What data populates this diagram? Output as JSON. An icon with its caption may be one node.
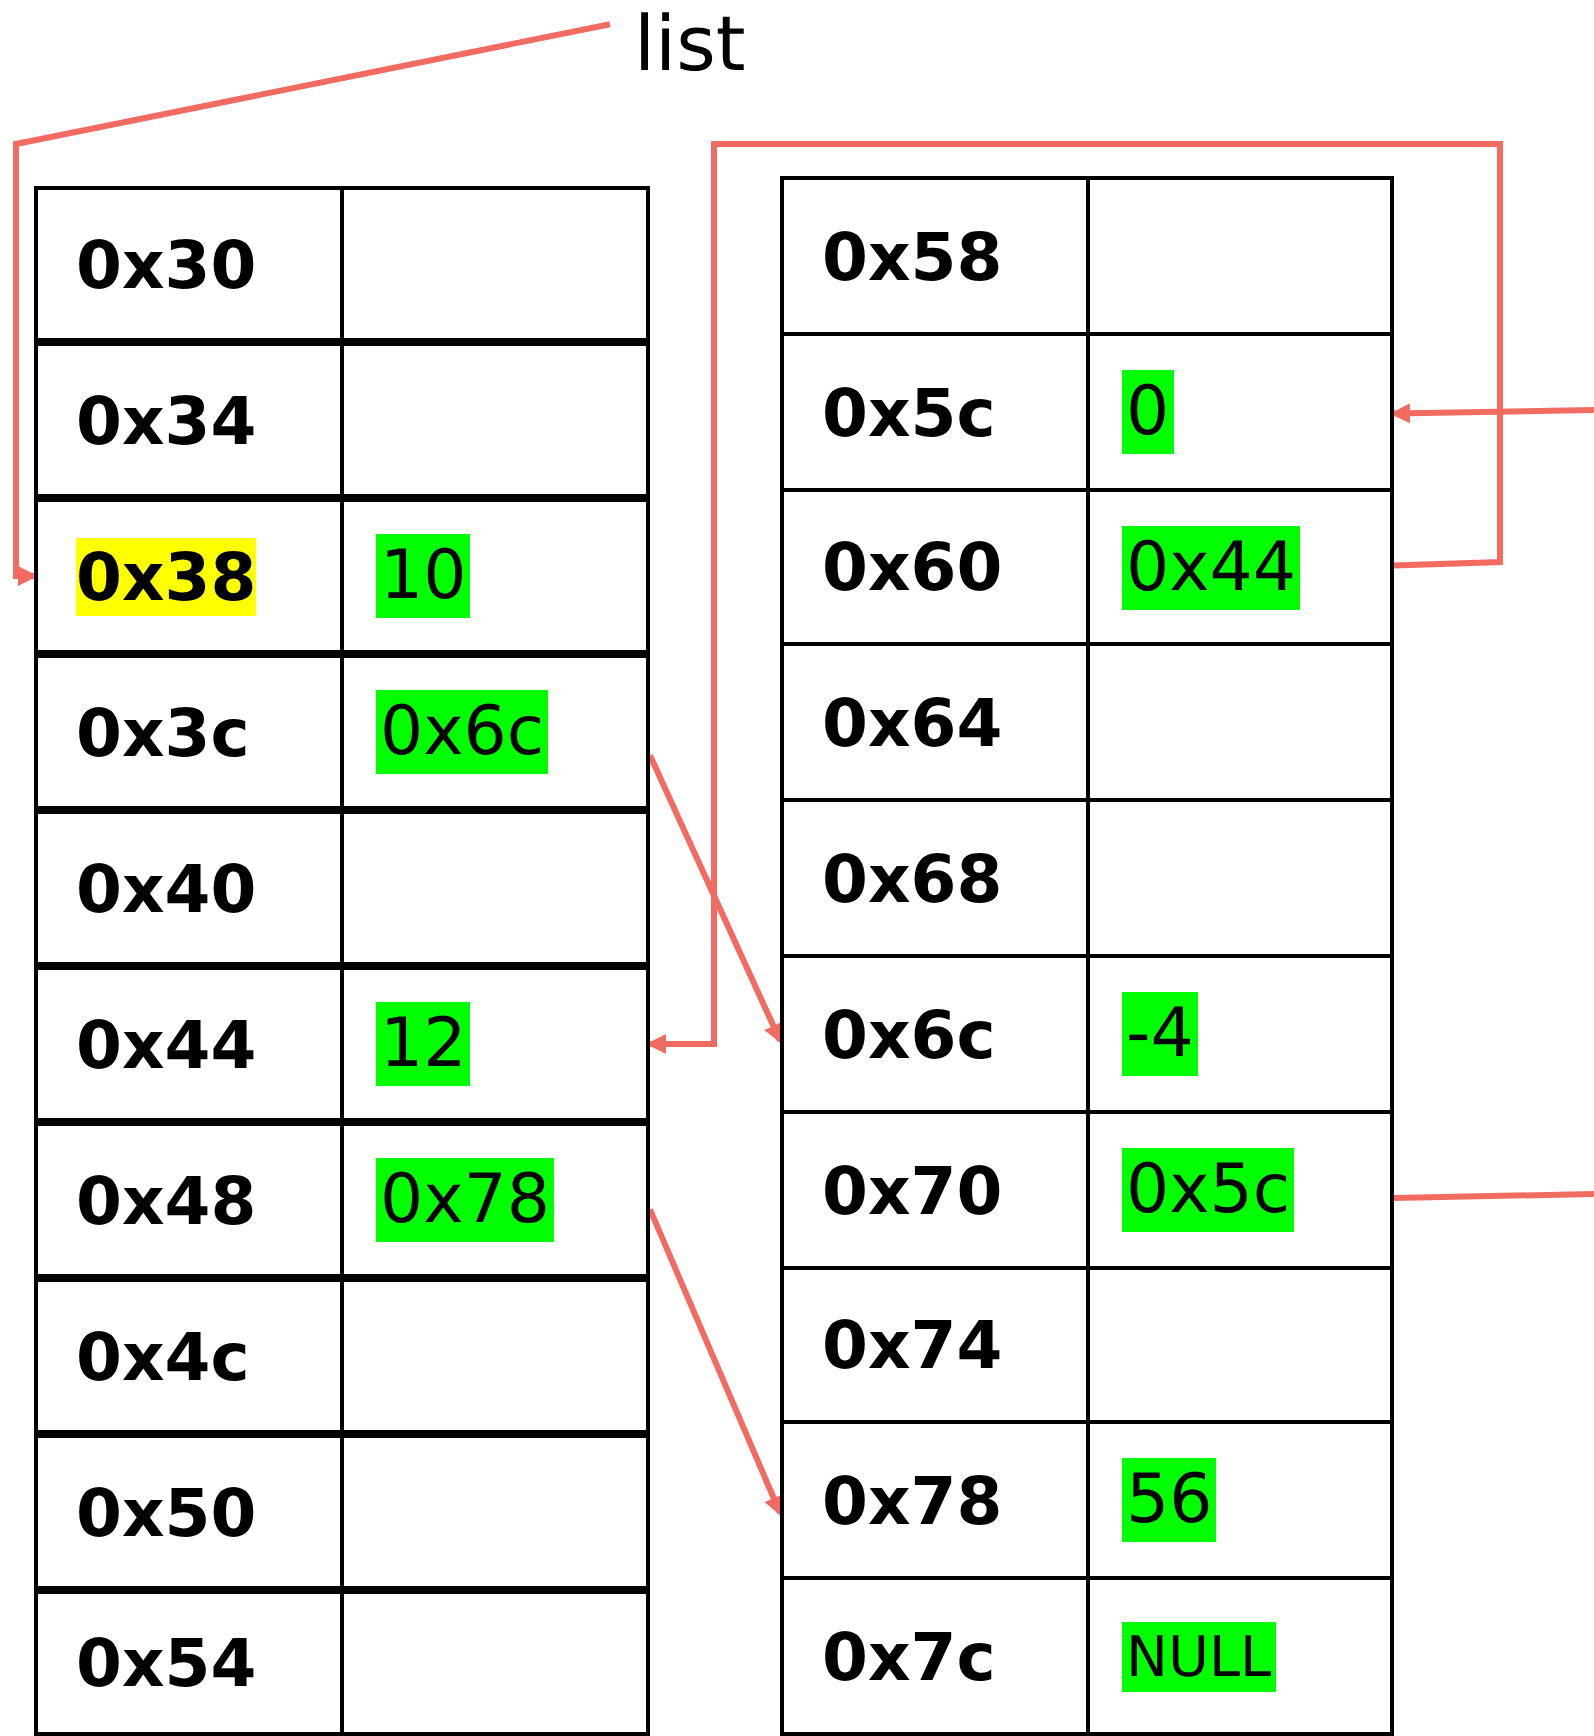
{
  "diagram": {
    "nodes": [
      {
        "text": [
          "list"
        ]
      },
      {
        "text": [
          "0x30"
        ]
      },
      {
        "text": [],
        "shape": "box"
      },
      {
        "text": [
          "0x34"
        ]
      },
      {
        "text": [],
        "shape": "box"
      },
      {
        "text": [
          "0x38"
        ]
      },
      {
        "text": [
          "10"
        ]
      },
      {
        "text": [
          "0x3c"
        ]
      },
      {
        "text": [
          "0x6c"
        ]
      },
      {
        "text": [
          "0x40"
        ]
      },
      {
        "text": [],
        "shape": "box"
      },
      {
        "text": [
          "0x44"
        ]
      },
      {
        "text": [
          "12"
        ]
      },
      {
        "text": [
          "0x48"
        ]
      },
      {
        "text": [
          "0x78"
        ]
      },
      {
        "text": [
          "0x4c"
        ]
      },
      {
        "text": [],
        "shape": "box"
      },
      {
        "text": [
          "0x50"
        ]
      },
      {
        "text": [],
        "shape": "box"
      },
      {
        "text": [
          "0x54"
        ]
      },
      {
        "text": [],
        "shape": "box"
      },
      {
        "text": [
          "0x58"
        ]
      },
      {
        "text": [],
        "shape": "box"
      },
      {
        "text": [
          "0x5c"
        ]
      },
      {
        "text": [
          "0"
        ]
      },
      {
        "text": [
          "0x60"
        ]
      },
      {
        "text": [
          "0x44"
        ]
      },
      {
        "text": [
          "0x64"
        ]
      },
      {
        "text": [],
        "shape": "box"
      },
      {
        "text": [
          "0x68"
        ]
      },
      {
        "text": [],
        "shape": "box"
      },
      {
        "text": [
          "0x6c"
        ]
      },
      {
        "text": [
          "-4"
        ]
      },
      {
        "text": [
          "0x70"
        ]
      },
      {
        "text": [
          "0x5c"
        ]
      },
      {
        "text": [
          "0x74"
        ]
      },
      {
        "text": [],
        "shape": "box"
      },
      {
        "text": [
          "0x78"
        ]
      },
      {
        "text": [
          "56"
        ]
      },
      {
        "text": [
          "0x7c"
        ]
      },
      {
        "text": [
          "NULL"
        ]
      }
    ],
    "edges": [
      {
        "from": 0,
        "to": 5,
        "arrow": "to"
      },
      {
        "from": 8,
        "to": 31,
        "arrow": "to"
      },
      {
        "from": 26,
        "to": 12,
        "arrow": "to"
      },
      {
        "from": 14,
        "to": 37,
        "arrow": "to"
      },
      {
        "from": 34,
        "to": null,
        "arrow": "none"
      },
      {
        "from": null,
        "to": 24,
        "arrow": "to"
      }
    ]
  }
}
